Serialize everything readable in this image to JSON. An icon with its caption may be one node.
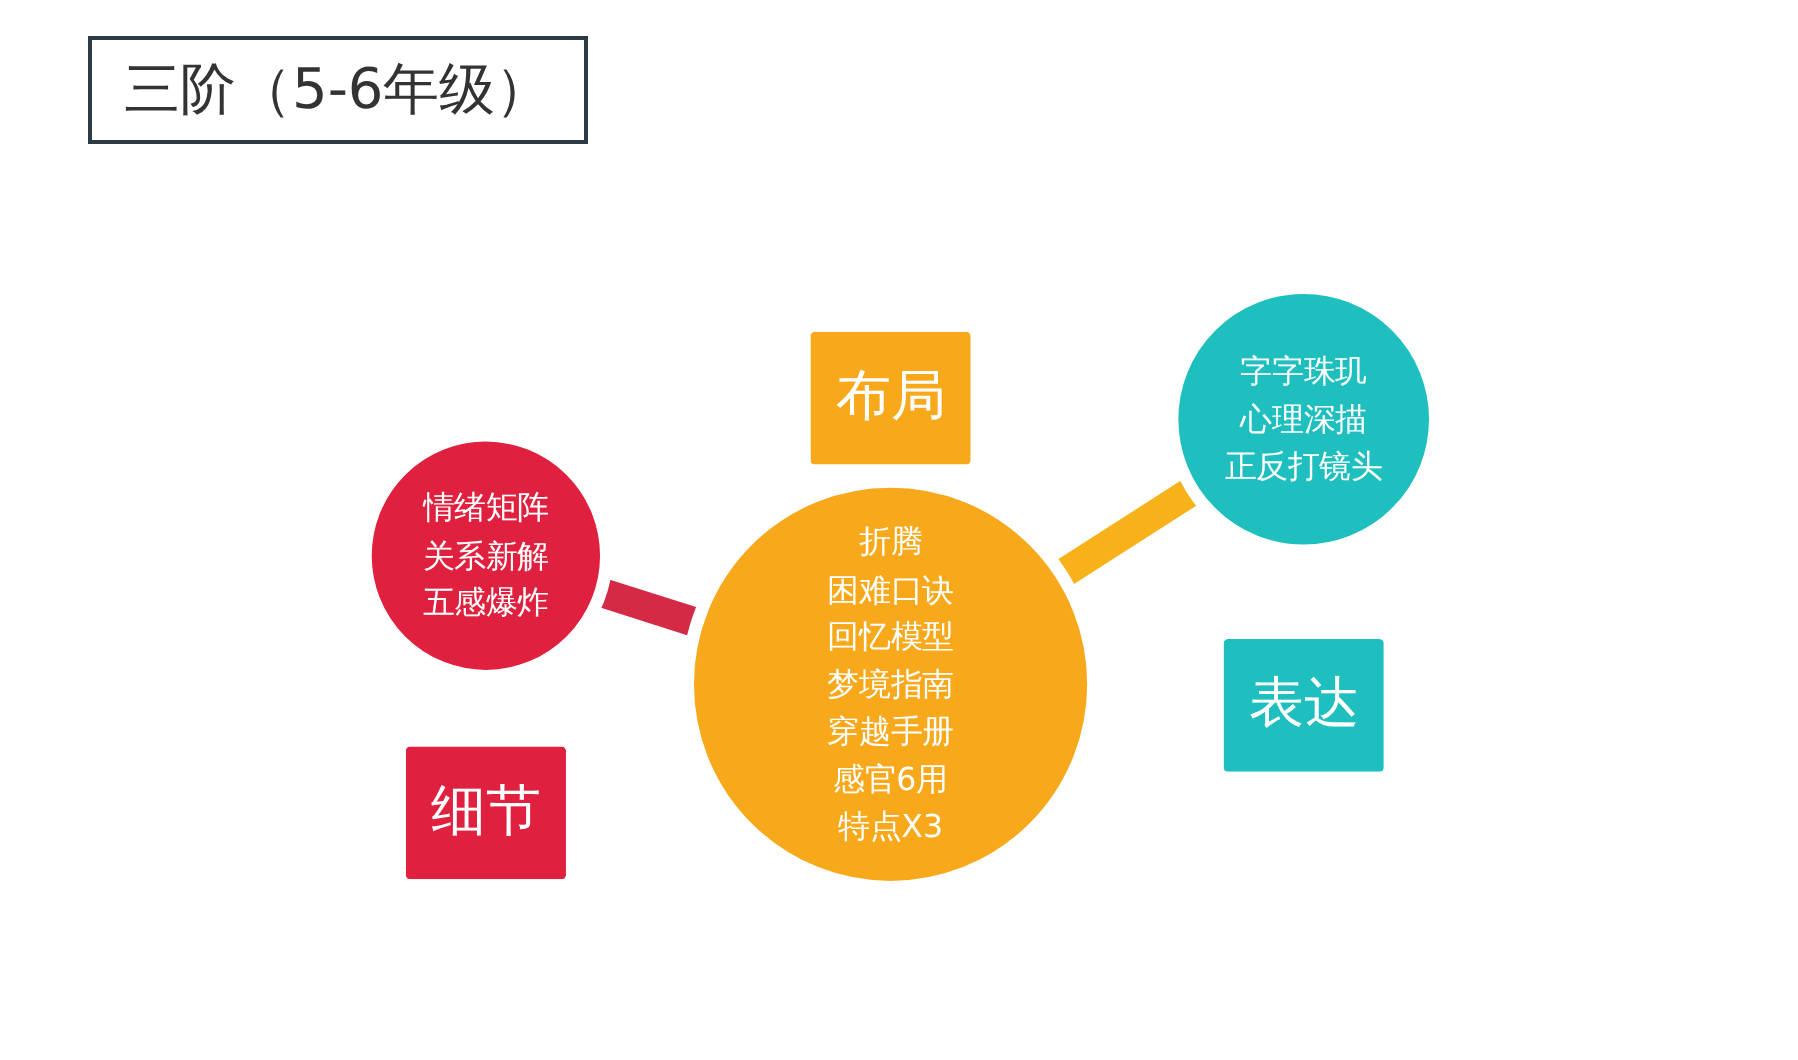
{
  "diagram": {
    "title": "三阶（5-6年级）",
    "nodes": [
      {
        "text": [
          "细节"
        ]
      },
      {
        "text": [
          "情绪矩阵",
          "关系新解",
          "五感爆炸"
        ]
      },
      {
        "text": [
          "布局"
        ]
      },
      {
        "text": [
          "折腾",
          "困难口诀",
          "回忆模型",
          "梦境指南",
          "穿越手册",
          "感官6用",
          "特点X3"
        ]
      },
      {
        "text": [
          "表达"
        ]
      },
      {
        "text": [
          "字字珠玑",
          "心理深描",
          "正反打镜头"
        ]
      }
    ],
    "edges": [
      {
        "from": 1,
        "to": 3,
        "arrow": "none",
        "color": "#d42a45"
      },
      {
        "from": 3,
        "to": 5,
        "arrow": "none",
        "color": "#f7b21a"
      }
    ]
  }
}
